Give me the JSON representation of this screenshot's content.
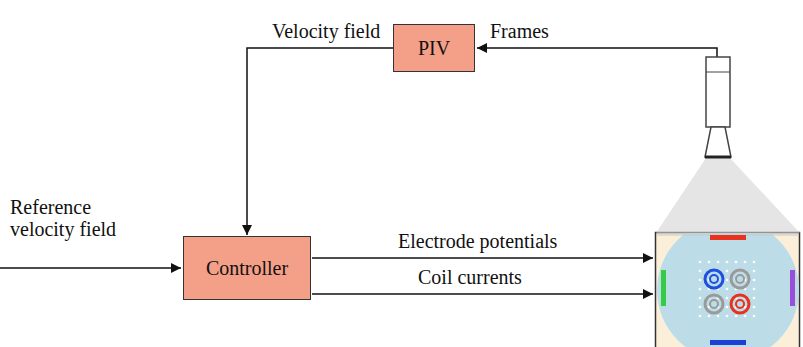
{
  "diagram": {
    "nodes": [
      {
        "text": [
          "PIV"
        ]
      },
      {
        "text": [
          "Controller"
        ]
      }
    ],
    "edges": [
      {
        "from": 0,
        "to": 1,
        "label": "Velocity field",
        "arrow": "to"
      }
    ],
    "labels": [
      "Frames",
      "Reference velocity field",
      "Electrode potentials",
      "Coil currents"
    ]
  }
}
